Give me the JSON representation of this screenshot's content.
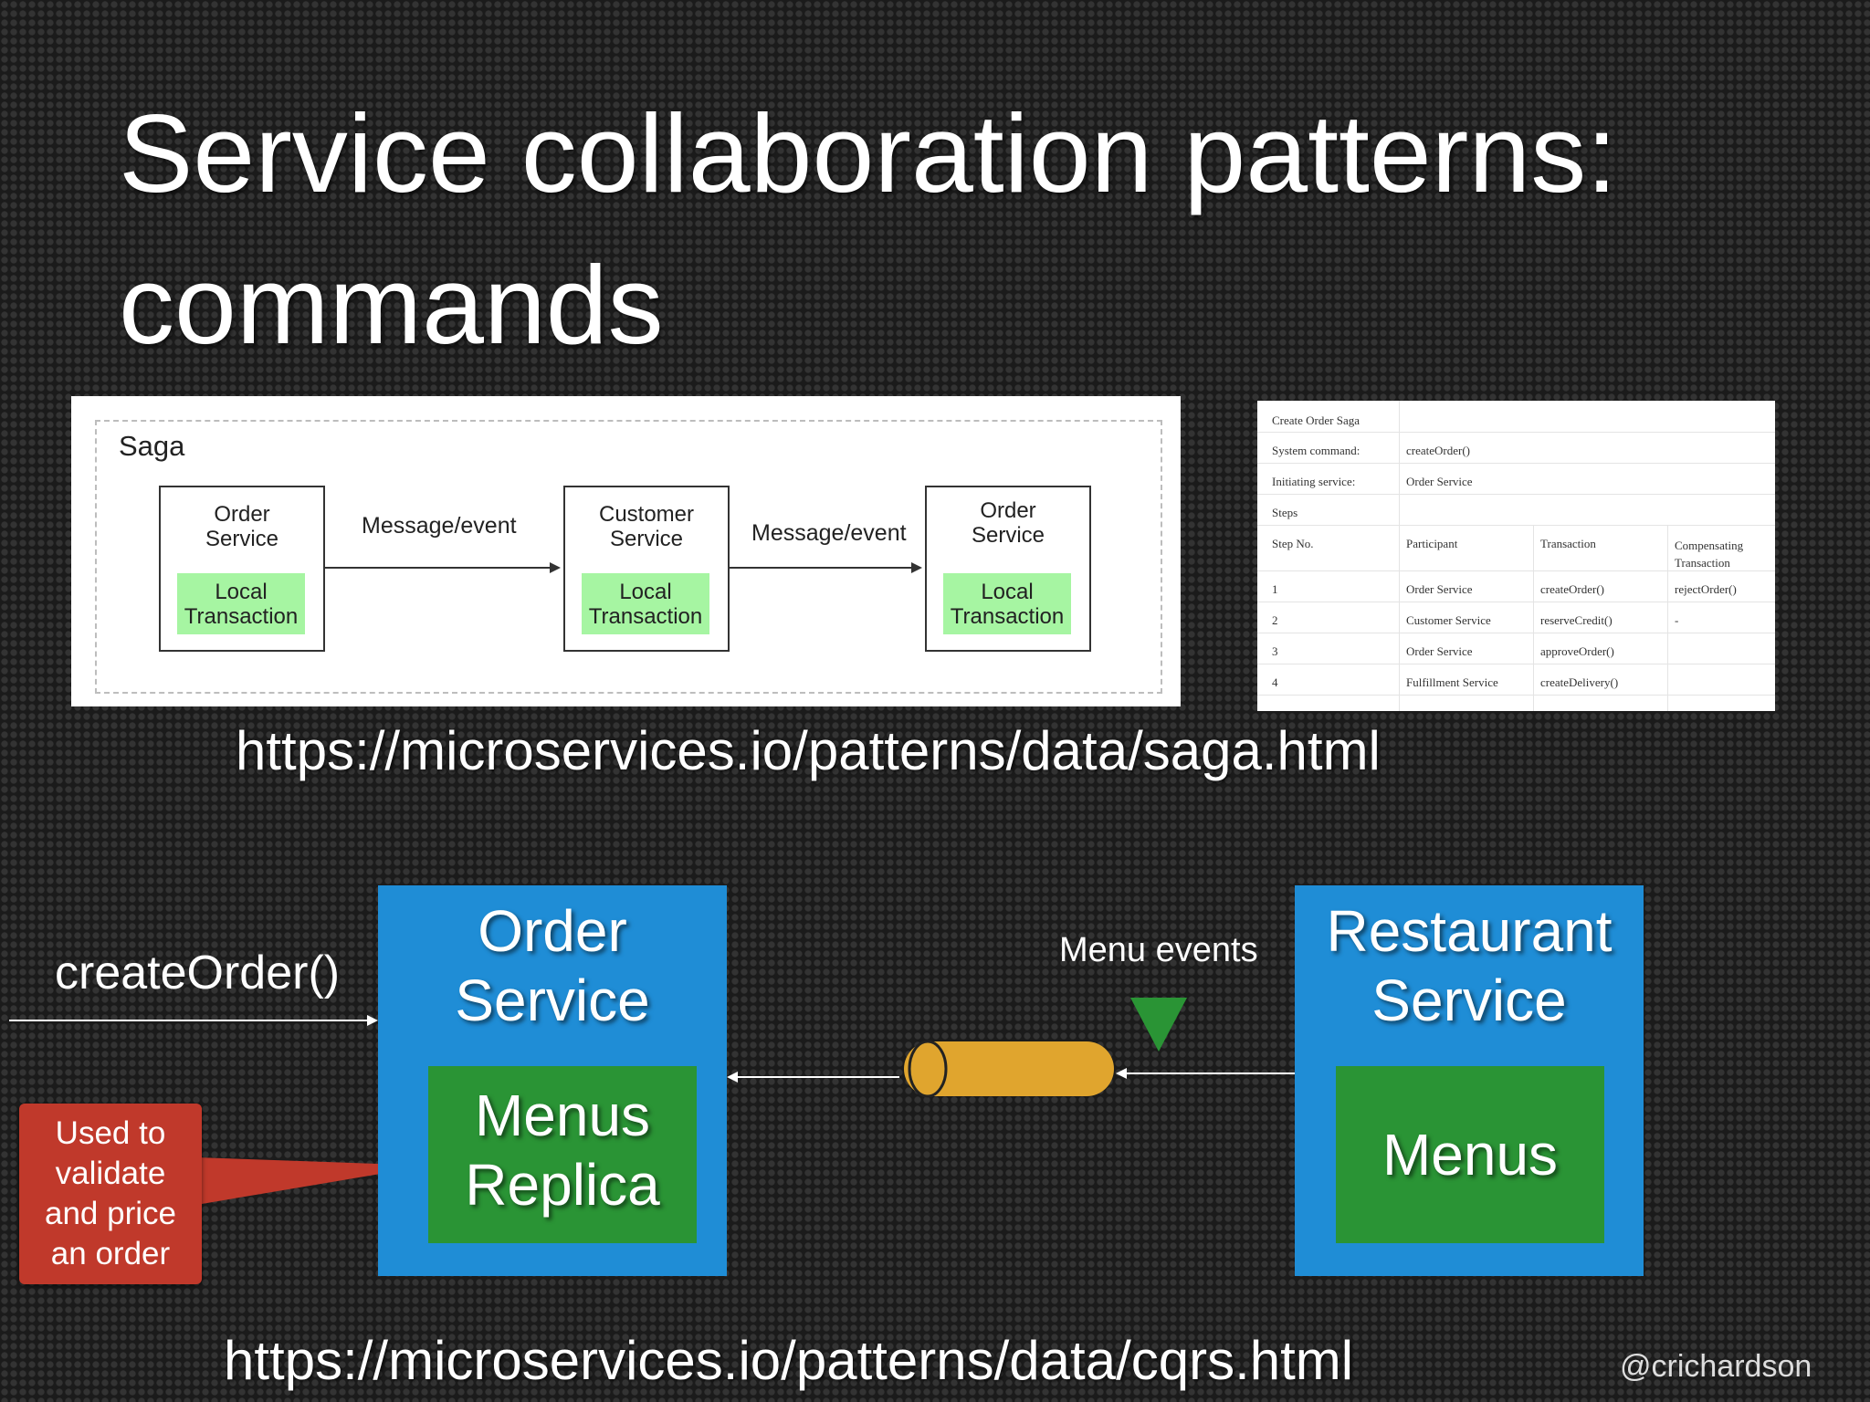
{
  "title": "Service collaboration patterns:\ncommands",
  "saga_diagram": {
    "label": "Saga",
    "services": [
      {
        "name": "Order\nService",
        "tx": "Local\nTransaction"
      },
      {
        "name": "Customer\nService",
        "tx": "Local\nTransaction"
      },
      {
        "name": "Order\nService",
        "tx": "Local\nTransaction"
      }
    ],
    "arrows": [
      "Message/event",
      "Message/event"
    ]
  },
  "saga_table": {
    "title": "Create Order Saga",
    "system_command_label": "System command:",
    "system_command": "createOrder()",
    "initiating_label": "Initiating service:",
    "initiating_service": "Order Service",
    "steps_label": "Steps",
    "headers": [
      "Step No.",
      "Participant",
      "Transaction",
      "Compensating\nTransaction"
    ],
    "rows": [
      [
        "1",
        "Order Service",
        "createOrder()",
        "rejectOrder()"
      ],
      [
        "2",
        "Customer Service",
        "reserveCredit()",
        "-"
      ],
      [
        "3",
        "Order Service",
        "approveOrder()",
        ""
      ],
      [
        "4",
        "Fulfillment Service",
        "createDelivery()",
        ""
      ]
    ]
  },
  "saga_url": "https://microservices.io/patterns/data/saga.html",
  "cqrs_diagram": {
    "incoming_call": "createOrder()",
    "order_service": "Order\nService",
    "menus_replica": "Menus\nReplica",
    "callout": "Used to\nvalidate\nand price\nan order",
    "events_label": "Menu events",
    "restaurant_service": "Restaurant\nService",
    "menus": "Menus"
  },
  "cqrs_url": "https://microservices.io/patterns/data/cqrs.html",
  "handle": "@crichardson"
}
